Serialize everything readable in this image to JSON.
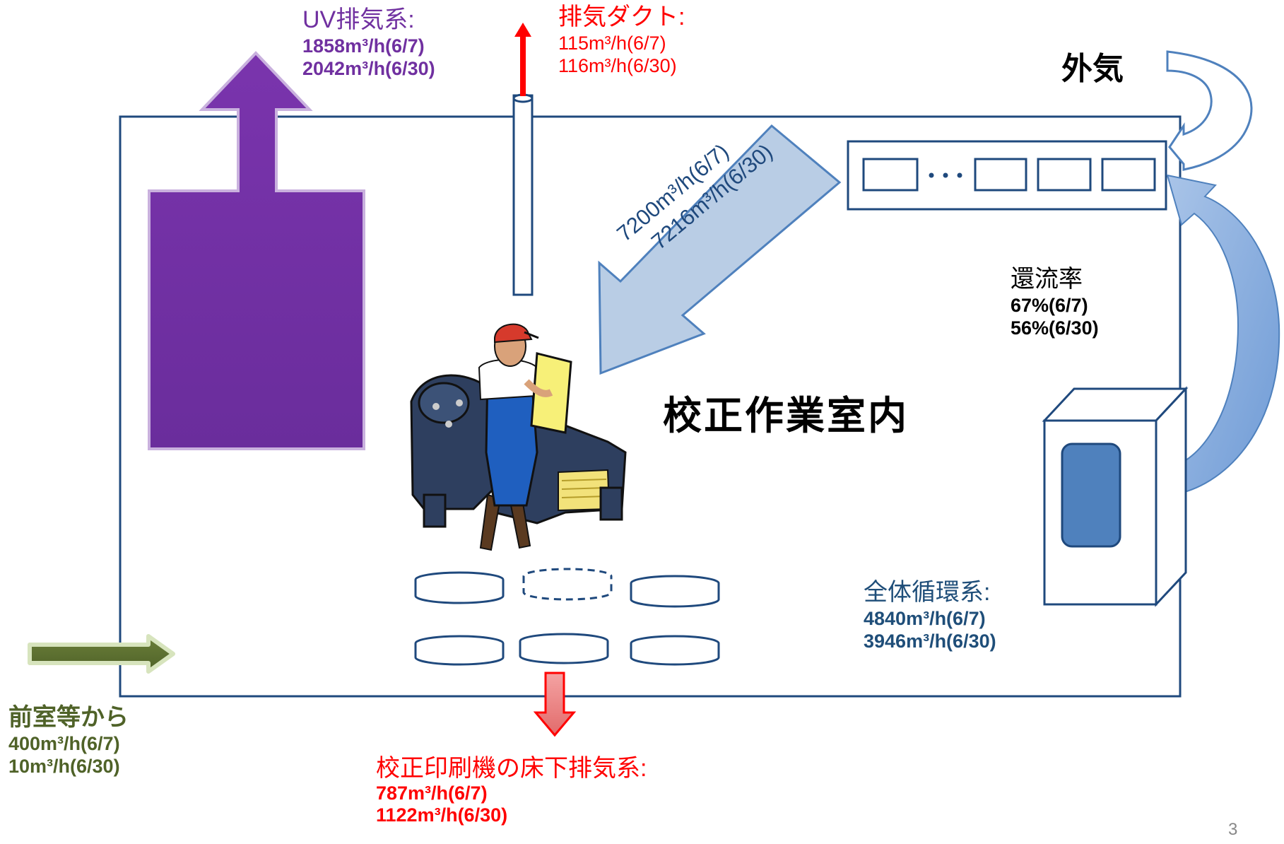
{
  "uv_exhaust": {
    "title": "UV排気系:",
    "values": [
      "1858m³/h(6/7)",
      "2042m³/h(6/30)"
    ]
  },
  "exhaust_duct": {
    "title": "排気ダクト:",
    "values": [
      "115m³/h(6/7)",
      "116m³/h(6/30)"
    ]
  },
  "outside_air": {
    "label": "外気"
  },
  "supply_air": {
    "values": [
      "7200m³/h(6/7)",
      "7216m³/h(6/30)"
    ]
  },
  "return_rate": {
    "title": "還流率",
    "values": [
      "67%(6/7)",
      "56%(6/30)"
    ]
  },
  "room": {
    "label": "校正作業室内"
  },
  "circulation": {
    "title": "全体循環系:",
    "values": [
      "4840m³/h(6/7)",
      "3946m³/h(6/30)"
    ]
  },
  "anteroom": {
    "title": "前室等から",
    "values": [
      "400m³/h(6/7)",
      "10m³/h(6/30)"
    ]
  },
  "floor_exhaust": {
    "title": "校正印刷機の床下排気系:",
    "values": [
      "787m³/h(6/7)",
      "1122m³/h(6/30)"
    ]
  },
  "page_number": "3",
  "colors": {
    "uv": "#7030a0",
    "exhaust": "#ff0000",
    "room_border": "#1f497d",
    "supply_arrow": "#b9cde5",
    "return_arrow": "#8eb4e3",
    "inflow": "#4f6228",
    "unit_window": "#4f81bd"
  },
  "icons": [
    "uv-exhaust-arrow",
    "exhaust-duct-pipe",
    "outside-air-curved-arrow",
    "supply-air-arrow",
    "air-handler-unit",
    "return-air-curved-arrow",
    "printing-worker-illustration",
    "floor-vent-disc",
    "anteroom-inflow-arrow",
    "floor-exhaust-arrow"
  ]
}
